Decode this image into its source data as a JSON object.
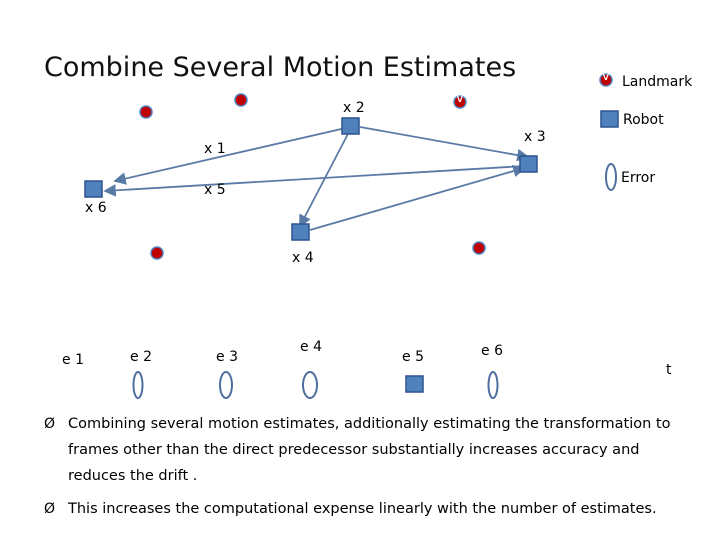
{
  "title": "Combine Several Motion Estimates",
  "legend": {
    "landmark_label": "Landmark",
    "landmark_marker_text": "v",
    "robot_label": "Robot",
    "error_label": "Error"
  },
  "graph_labels": {
    "x1": "x 1",
    "x2": "x 2",
    "x3": "x 3",
    "x4": "x 4",
    "x5": "x 5",
    "x6": "x 6",
    "landmark_v": "v"
  },
  "timeline_labels": {
    "e1": "e 1",
    "e2": "e 2",
    "e3": "e 3",
    "e4": "e 4",
    "e5": "e 5",
    "e6": "e 6",
    "t": "t"
  },
  "bullets": [
    "Combining several motion estimates, additionally estimating the transformation to frames other than the direct predecessor substantially increases accuracy and reduces the drift .",
    "This increases the computational expense linearly with the number of estimates."
  ],
  "bullet_marker": "Ø",
  "colors": {
    "robot_fill": "#4f81bd",
    "robot_stroke": "#2f528f",
    "landmark_fill": "#c00000",
    "landmark_stroke": "#4f81bd",
    "edge": "#5a7aa6",
    "error_stroke": "#4f6f9f"
  }
}
